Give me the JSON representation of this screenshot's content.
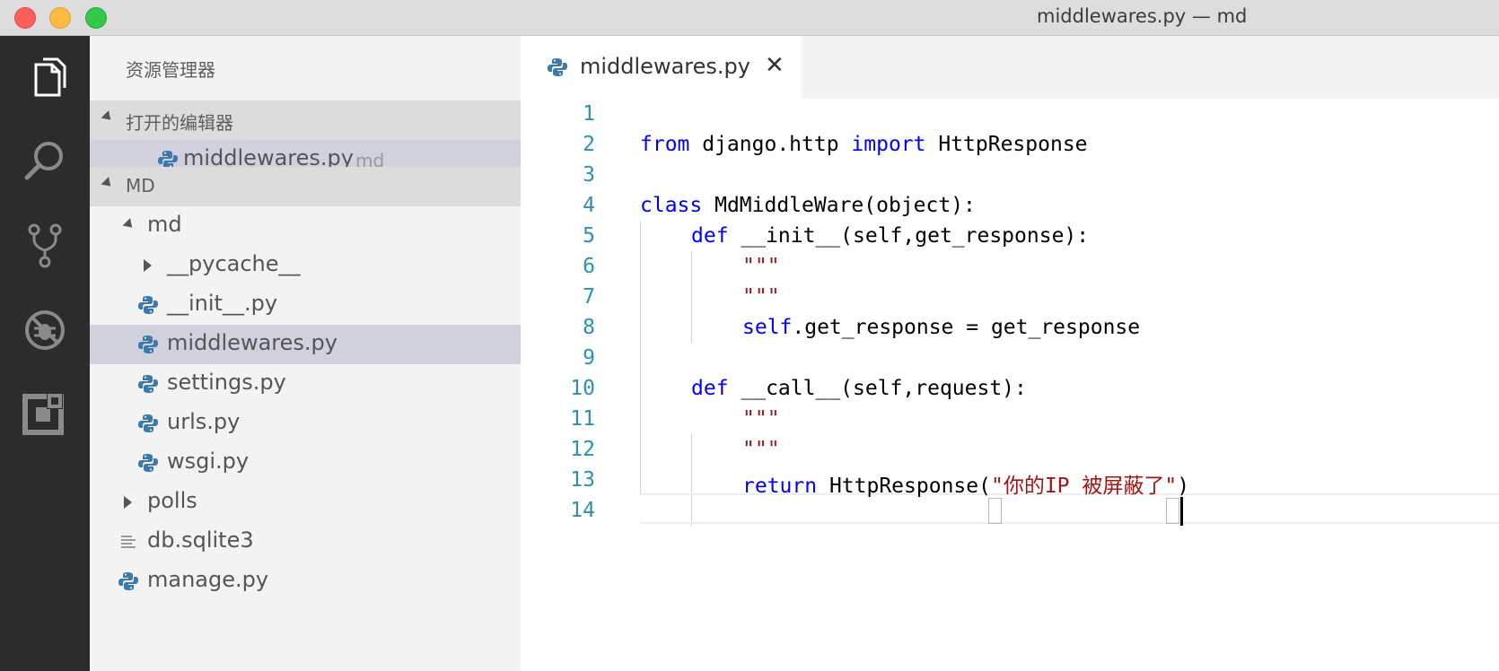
{
  "window": {
    "title": "middlewares.py — md"
  },
  "activity_bar": {
    "icons": [
      "files-icon",
      "search-icon",
      "source-control-icon",
      "debug-icon",
      "extensions-icon"
    ]
  },
  "sidebar": {
    "title": "资源管理器",
    "open_editors": {
      "header": "打开的编辑器",
      "items": [
        {
          "name": "middlewares.py",
          "folder": "md"
        }
      ]
    },
    "workspace": {
      "header": "MD",
      "tree": {
        "md_folder": "md",
        "pycache": "__pycache__",
        "init": "__init__.py",
        "middlewares": "middlewares.py",
        "settings": "settings.py",
        "urls": "urls.py",
        "wsgi": "wsgi.py",
        "polls": "polls",
        "db": "db.sqlite3",
        "manage": "manage.py"
      }
    }
  },
  "editor": {
    "tab": {
      "label": "middlewares.py",
      "close": "✕"
    },
    "line_numbers": [
      "1",
      "2",
      "3",
      "4",
      "5",
      "6",
      "7",
      "8",
      "9",
      "10",
      "11",
      "12",
      "13",
      "14"
    ],
    "code": {
      "l2_from": "from",
      "l2_module": " django.http ",
      "l2_import": "import",
      "l2_name": " HttpResponse",
      "l4_class": "class",
      "l4_rest": " MdMiddleWare(object):",
      "l5_def": "def",
      "l5_rest": " __init__(self,get_response):",
      "l6_doc": "\"\"\"",
      "l7_doc": "\"\"\"",
      "l8_self": "self",
      "l8_rest": ".get_response = get_response",
      "l10_def": "def",
      "l10_rest": " __call__(self,request):",
      "l11_doc": "\"\"\"",
      "l12_doc": "\"\"\"",
      "l13_return": "return",
      "l13_call": " HttpResponse(",
      "l13_str": "\"你的IP 被屏蔽了\"",
      "l13_close": ")"
    }
  },
  "colors": {
    "keyword": "#0000ff",
    "string": "#a31515",
    "line_number": "#2b91af",
    "python_icon": "#3b7aab"
  }
}
